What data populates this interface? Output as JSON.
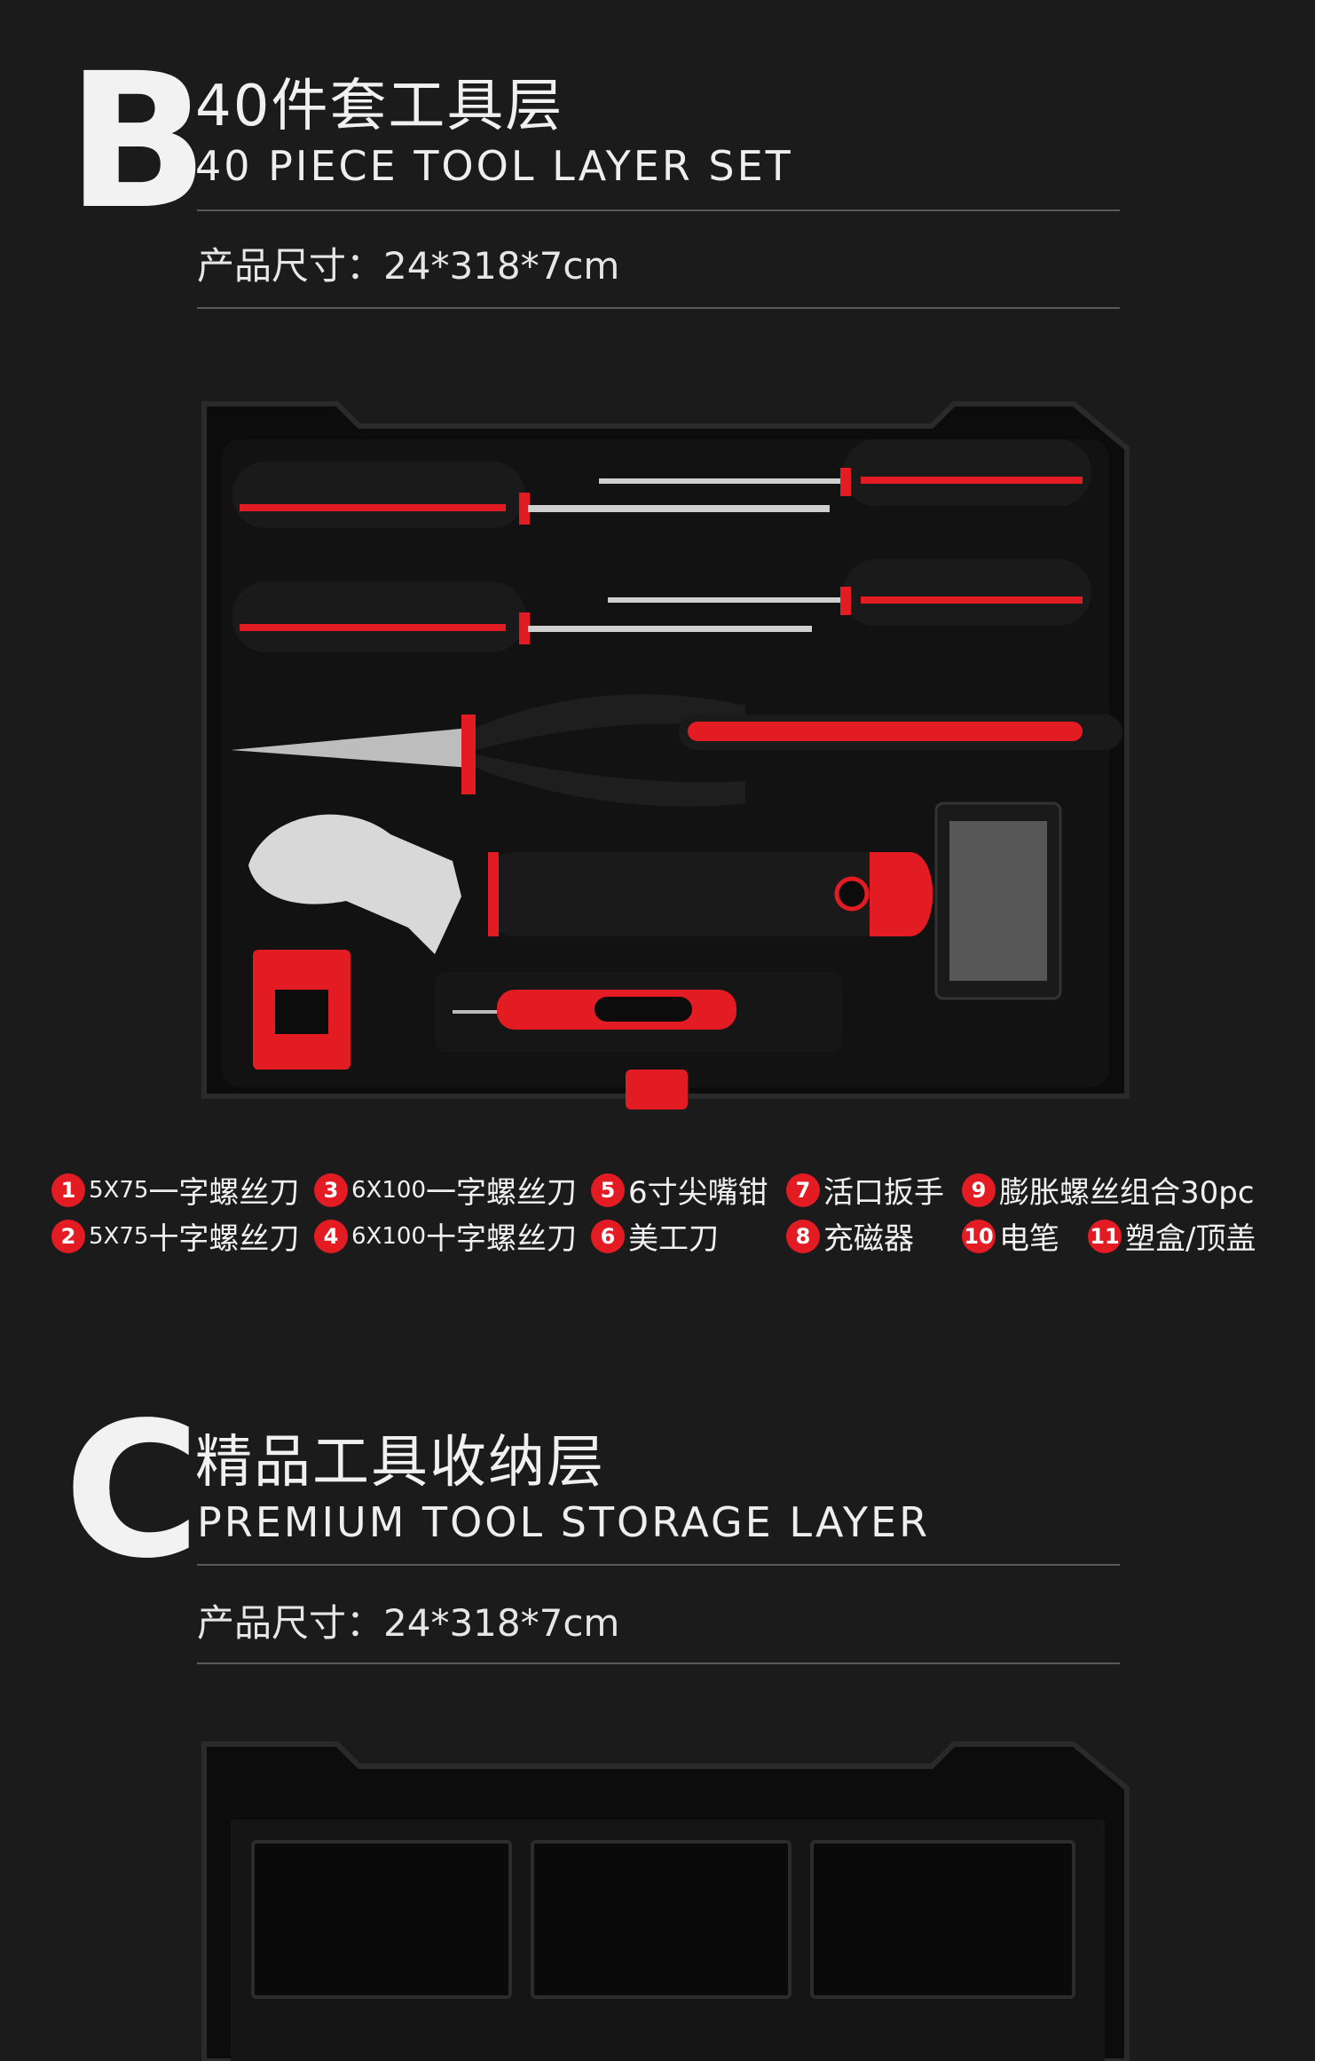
{
  "section_b": {
    "letter": "B",
    "title_cn": "40件套工具层",
    "title_en": "40 PIECE TOOL LAYER SET",
    "size_label": "产品尺寸：24*318*7cm"
  },
  "legend": [
    {
      "num": "1",
      "spec": "5X75",
      "name": "一字螺丝刀"
    },
    {
      "num": "3",
      "spec": "6X100",
      "name": "一字螺丝刀"
    },
    {
      "num": "5",
      "spec": "",
      "name": "6寸尖嘴钳"
    },
    {
      "num": "7",
      "spec": "",
      "name": "活口扳手"
    },
    {
      "num": "9",
      "spec": "",
      "name": "膨胀螺丝组合30pc"
    },
    {
      "num": "2",
      "spec": "5X75",
      "name": "十字螺丝刀"
    },
    {
      "num": "4",
      "spec": "6X100",
      "name": "十字螺丝刀"
    },
    {
      "num": "6",
      "spec": "",
      "name": "美工刀"
    },
    {
      "num": "8",
      "spec": "",
      "name": "充磁器"
    },
    {
      "num": "10",
      "spec": "",
      "name": "电笔"
    },
    {
      "num": "11",
      "spec": "",
      "name": "塑盒/顶盖"
    }
  ],
  "section_c": {
    "letter": "C",
    "title_cn": "精品工具收纳层",
    "title_en": "PREMIUM TOOL STORAGE LAYER",
    "size_label": "产品尺寸：24*318*7cm"
  },
  "colors": {
    "background": "#1b1b1b",
    "accent_red": "#e31b23",
    "tray": "#0d0d0d"
  }
}
